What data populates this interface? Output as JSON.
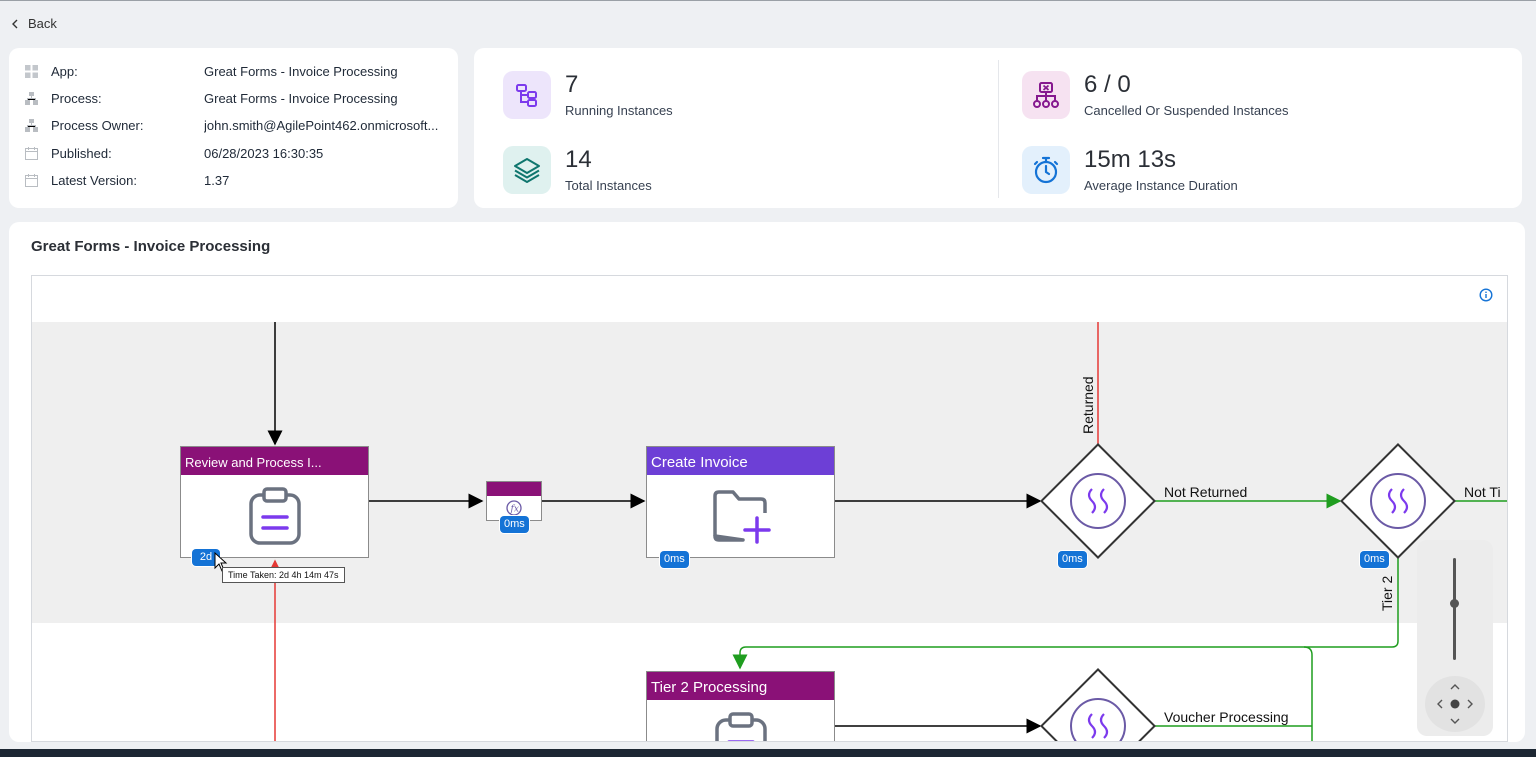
{
  "nav": {
    "back_label": "Back"
  },
  "info": {
    "rows": [
      {
        "label": "App:",
        "value": "Great Forms - Invoice Processing",
        "icon": "app-grid-icon"
      },
      {
        "label": "Process:",
        "value": "Great Forms - Invoice Processing",
        "icon": "process-tree-icon"
      },
      {
        "label": "Process Owner:",
        "value": "john.smith@AgilePoint462.onmicrosoft...",
        "icon": "process-tree-icon"
      },
      {
        "label": "Published:",
        "value": "06/28/2023 16:30:35",
        "icon": "calendar-icon"
      },
      {
        "label": "Latest Version:",
        "value": "1.37",
        "icon": "calendar-icon"
      }
    ]
  },
  "stats": {
    "running": {
      "value": "7",
      "caption": "Running Instances",
      "icon": "running-instances-icon",
      "color": "#7c3aed"
    },
    "total": {
      "value": "14",
      "caption": "Total Instances",
      "icon": "layers-icon",
      "color": "#0f766e"
    },
    "cancelled": {
      "value": "6 / 0",
      "caption": "Cancelled Or Suspended Instances",
      "icon": "cancelled-tree-icon",
      "color": "#86198f"
    },
    "duration": {
      "value": "15m 13s",
      "caption": "Average Instance Duration",
      "icon": "stopwatch-icon",
      "color": "#1473d6"
    }
  },
  "process": {
    "title": "Great Forms - Invoice Processing",
    "tasks": {
      "review": {
        "title": "Review and Process I...",
        "badge": "2d",
        "color": "#8a1177"
      },
      "formula": {
        "badge": "0ms",
        "color": "#8a1177"
      },
      "create": {
        "title": "Create Invoice",
        "badge": "0ms",
        "color": "#6d3fd6"
      },
      "tier2": {
        "title": "Tier 2 Processing",
        "color": "#8a1177"
      }
    },
    "gateways": {
      "g1_badge": "0ms",
      "g2_badge": "0ms"
    },
    "edges": {
      "returned": "Returned",
      "not_returned": "Not Returned",
      "not_tier": "Not Ti",
      "tier2": "Tier 2",
      "voucher": "Voucher Processing"
    },
    "tooltip": "Time Taken: 2d 4h 14m 47s"
  },
  "colors": {
    "accent": "#1473d6",
    "purple_header": "#8a1177",
    "violet_header": "#6d3fd6",
    "flow_green": "#1f9d1f",
    "flow_red": "#e53935"
  }
}
